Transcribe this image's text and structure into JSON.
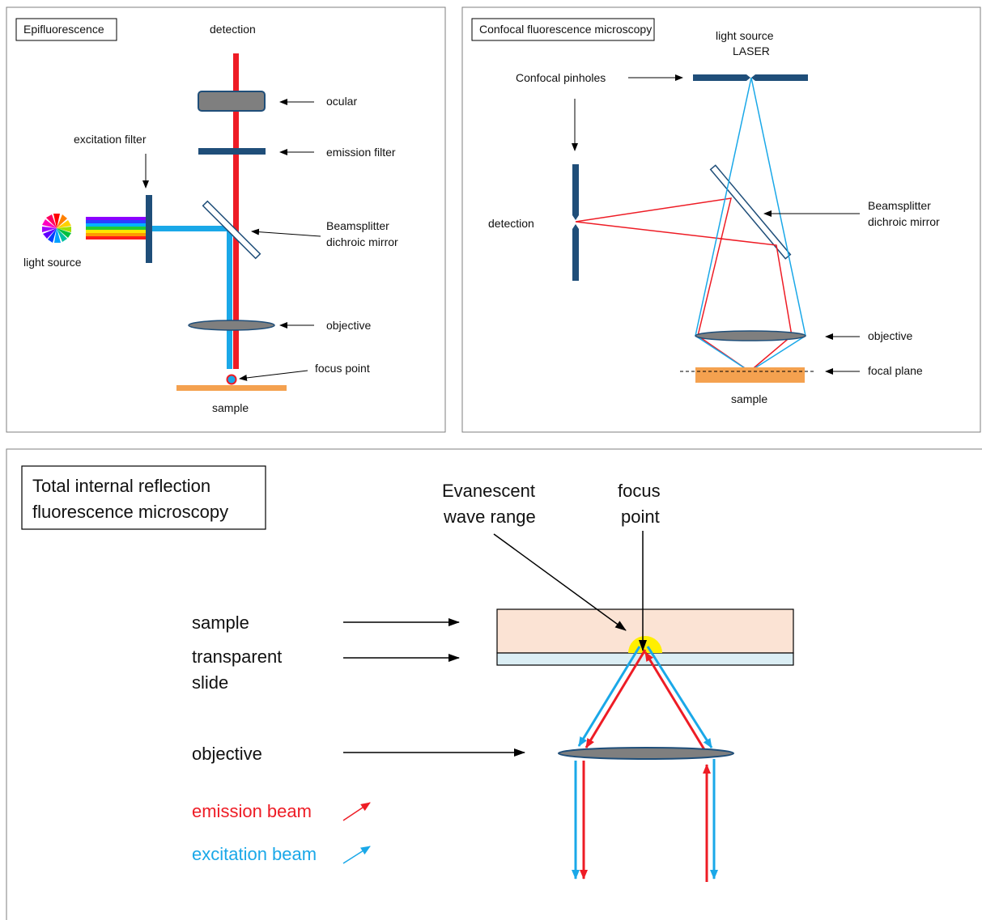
{
  "epi": {
    "title": "Epifluorescence",
    "detection": "detection",
    "ocular": "ocular",
    "emission_filter": "emission filter",
    "excitation_filter": "excitation filter",
    "beamsplitter_1": "Beamsplitter",
    "beamsplitter_2": "dichroic mirror",
    "light_source": "light source",
    "objective": "objective",
    "focus_point": "focus point",
    "sample": "sample"
  },
  "confocal": {
    "title": "Confocal fluorescence microscopy",
    "light_source_1": "light source",
    "light_source_2": "LASER",
    "pinholes": "Confocal pinholes",
    "detection": "detection",
    "beamsplitter_1": "Beamsplitter",
    "beamsplitter_2": "dichroic mirror",
    "objective": "objective",
    "focal_plane": "focal plane",
    "sample": "sample"
  },
  "tirf": {
    "title_1": "Total internal reflection",
    "title_2": "fluorescence microscopy",
    "evanescent_1": "Evanescent",
    "evanescent_2": "wave range",
    "focus_1": "focus",
    "focus_2": "point",
    "sample": "sample",
    "slide_1": "transparent",
    "slide_2": "slide",
    "objective": "objective",
    "emission_beam": "emission beam",
    "excitation_beam": "excitation beam"
  },
  "colors": {
    "emission": "#ee1c25",
    "excitation": "#1aa8e8",
    "dark_blue": "#1f4e79",
    "lens_gray": "#7f7f7f",
    "sample_orange": "#f4a14f",
    "sample_light": "#fbe3d4",
    "slide_blue": "#dbeef4",
    "focus_yellow": "#ffef00"
  }
}
